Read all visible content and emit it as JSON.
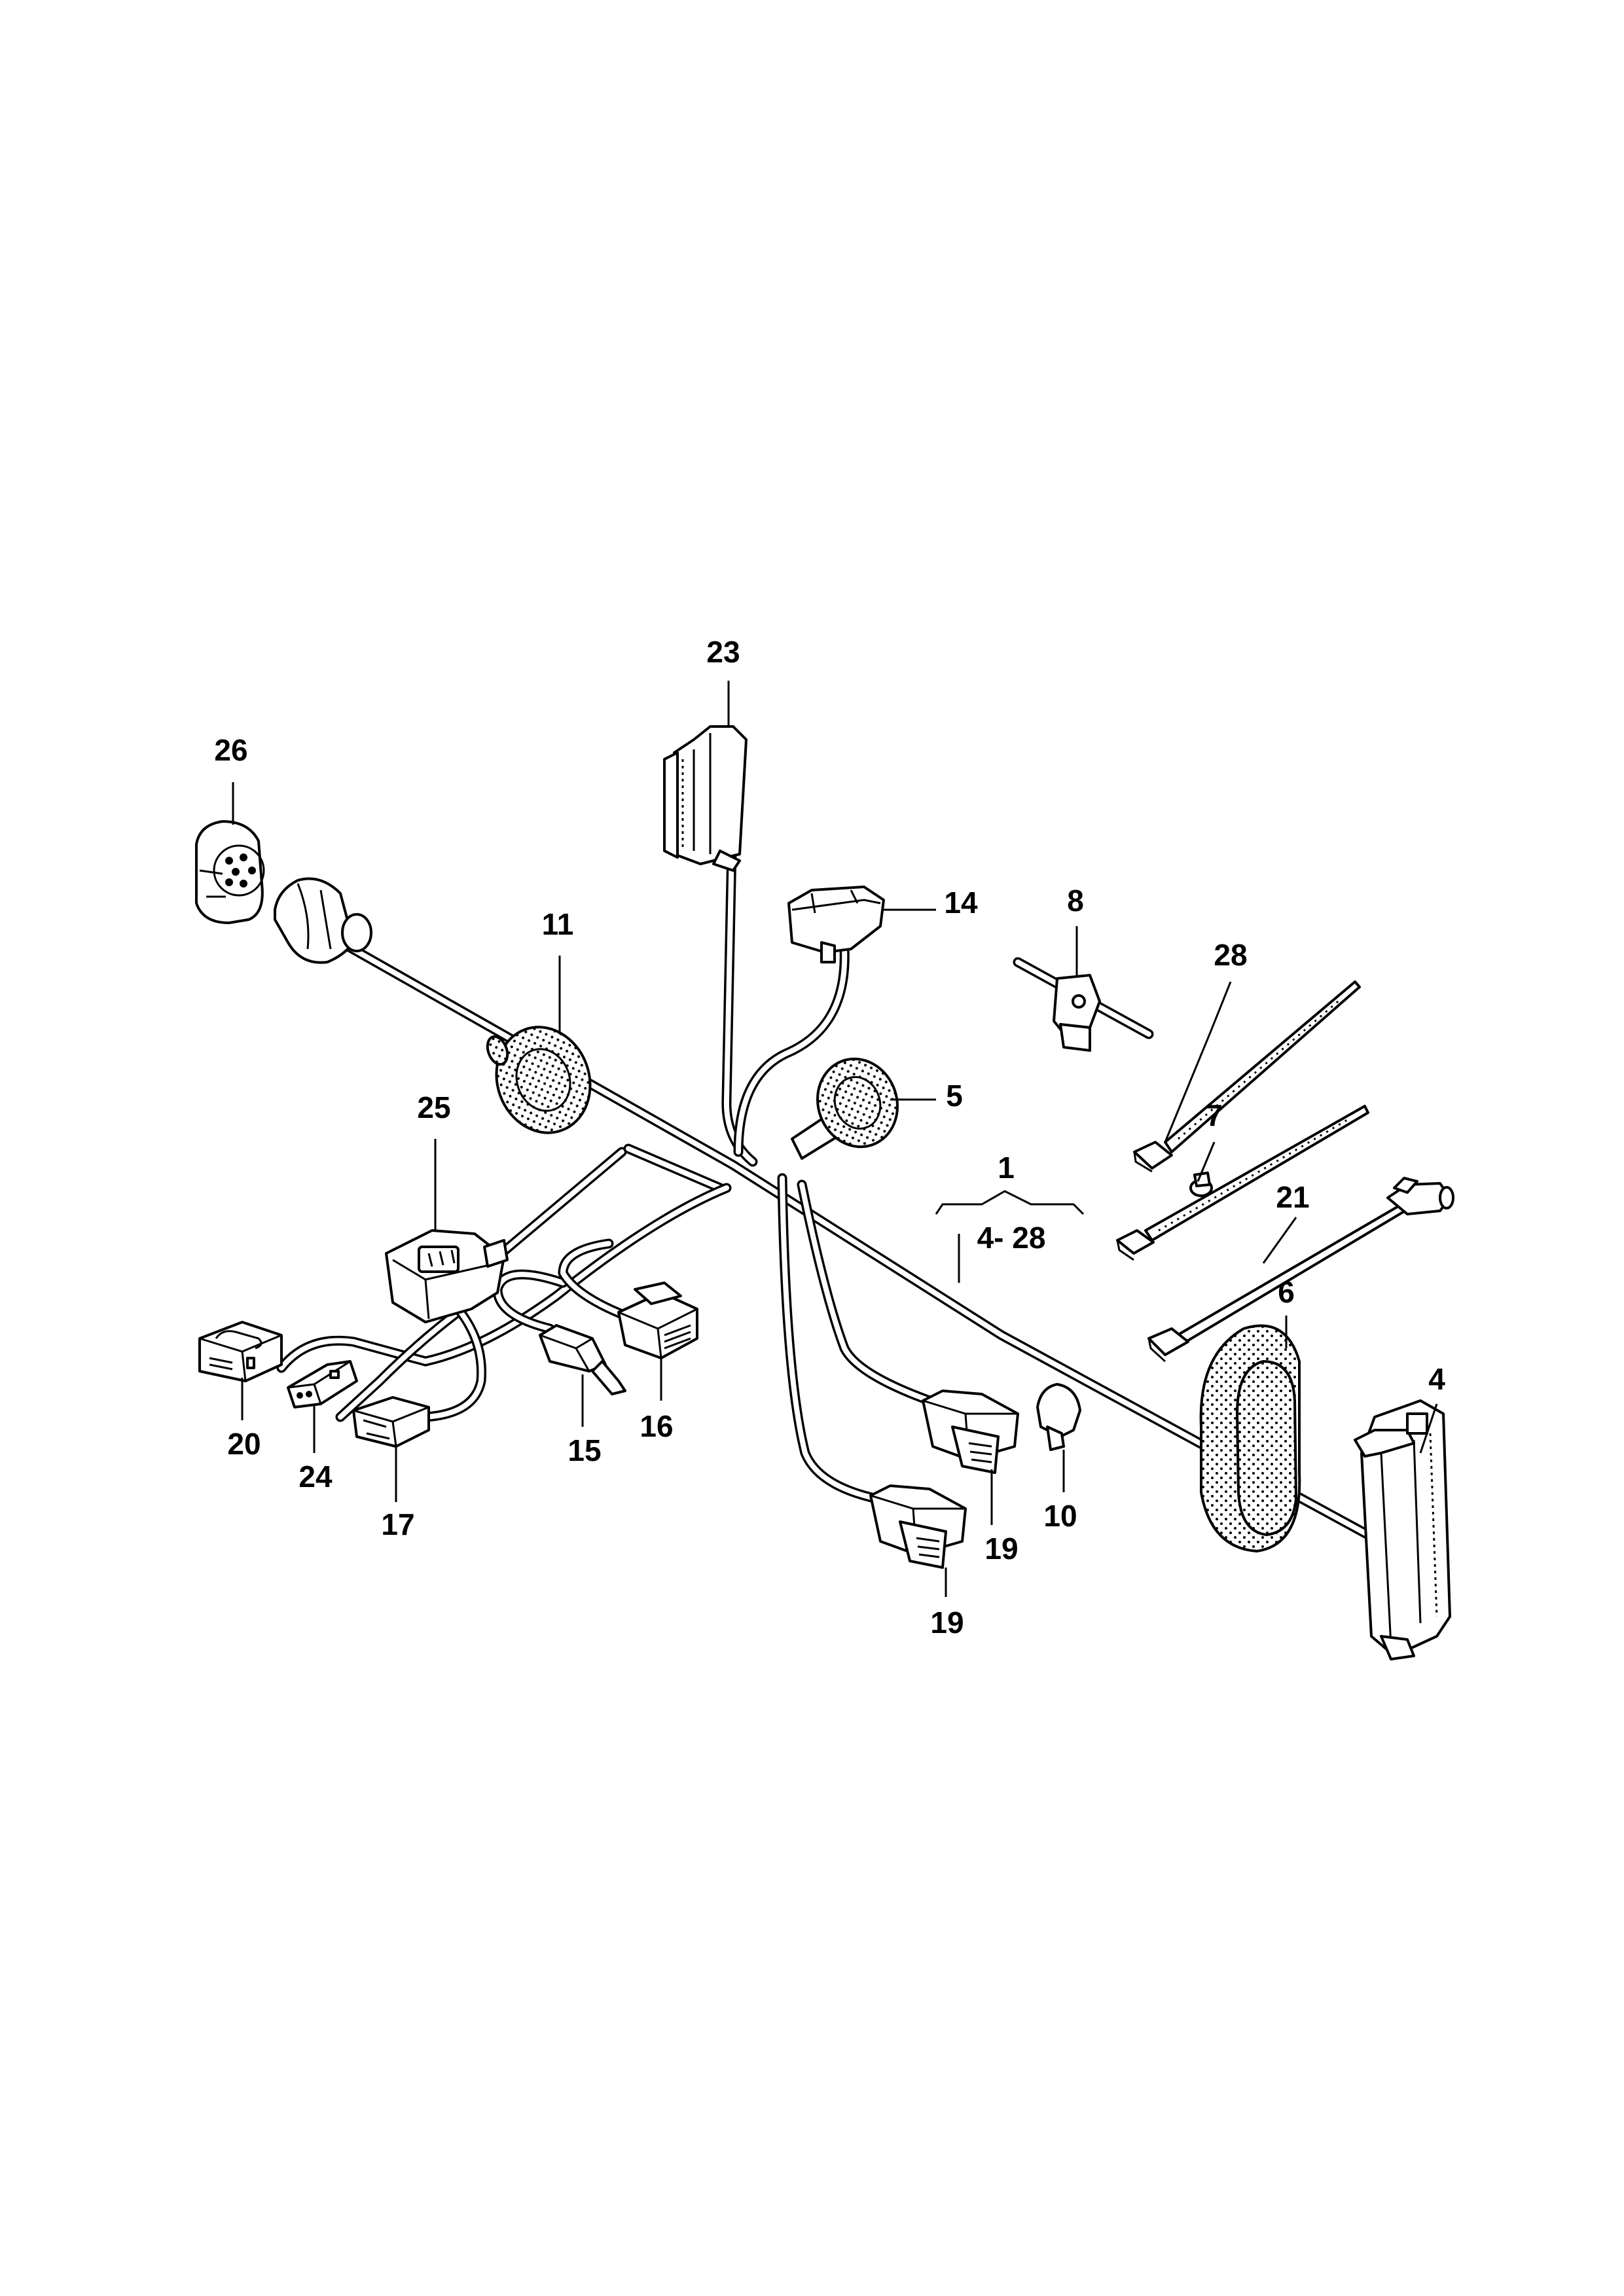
{
  "diagram": {
    "callouts": {
      "c1": "1",
      "c1_range": "4- 28",
      "c4": "4",
      "c5": "5",
      "c6": "6",
      "c7": "7",
      "c8": "8",
      "c10": "10",
      "c11": "11",
      "c14": "14",
      "c15": "15",
      "c16": "16",
      "c17": "17",
      "c19a": "19",
      "c19b": "19",
      "c20": "20",
      "c21": "21",
      "c23": "23",
      "c24": "24",
      "c25": "25",
      "c26": "26",
      "c28": "28"
    }
  }
}
